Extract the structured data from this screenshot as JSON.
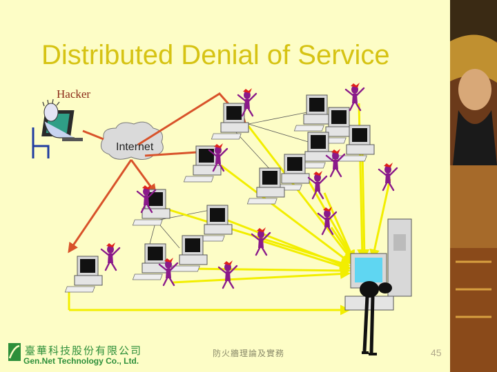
{
  "slide": {
    "title": "Distributed Denial of Service",
    "page_number": "45"
  },
  "diagram": {
    "hacker_label": "Hacker",
    "internet_label": "Internet"
  },
  "footer": {
    "company_cn": "臺華科技股份有限公司",
    "company_en": "Gen.Net Technology Co., Ltd.",
    "center_text": "防火牆理論及實務"
  },
  "colors": {
    "background": "#fdfdc6",
    "title": "#d6c313",
    "attack_arrow": "#f2ee00",
    "control_line": "#d8522a",
    "daemon": "#8a1a8a"
  }
}
